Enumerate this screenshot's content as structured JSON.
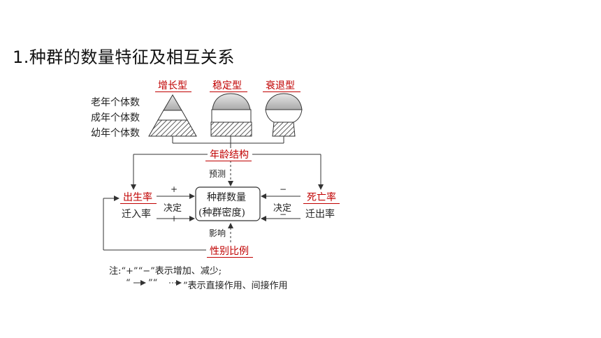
{
  "title": "1.种群的数量特征及相互关系",
  "types": {
    "growth": "增长型",
    "stable": "稳定型",
    "decline": "衰退型"
  },
  "age_labels": {
    "old": "老年个体数",
    "adult": "成年个体数",
    "young": "幼年个体数"
  },
  "age_structure": "年龄结构",
  "predict": "预测",
  "birth_rate": "出生率",
  "immigration": "迁入率",
  "death_rate": "死亡率",
  "emigration": "迁出率",
  "decide_left": "决定",
  "decide_right": "决定",
  "center_line1": "种群数量",
  "center_line2": "(种群密度)",
  "influence": "影响",
  "sex_ratio": "性别比例",
  "plus_top": "+",
  "plus_bottom": "+",
  "minus_top": "−",
  "minus_bottom": "−",
  "note_line1": "注:“+”“−”表示增加、减少;",
  "note_line2_a": "“",
  "note_line2_b": "”“",
  "note_line2_c": "”表示直接作用、间接作用"
}
